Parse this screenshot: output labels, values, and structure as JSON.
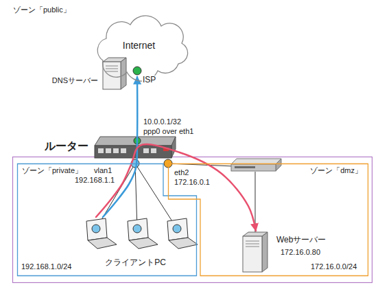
{
  "diagram": {
    "nodes": [
      {
        "text": [
          "Internet"
        ]
      },
      {
        "text": [
          "DNSサーバー"
        ]
      },
      {
        "text": [
          "ルーター"
        ]
      },
      {
        "text": [
          "ゾーン「private」"
        ]
      },
      {
        "text": [
          "クライアントPC"
        ],
        "in": 3
      },
      {
        "text": [
          "ゾーン「dmz」"
        ]
      },
      {
        "text": [
          "Webサーバー",
          "172.16.0.80"
        ],
        "in": 5
      }
    ],
    "edges": [
      {
        "from": 4,
        "to": 0,
        "arrow": "to"
      },
      {
        "from": 4,
        "to": 6,
        "arrow": "to"
      }
    ],
    "labels": [
      "ゾーン「public」",
      "ISP",
      "10.0.0.1/32",
      "ppp0 over eth1",
      "vlan1",
      "192.168.1.1",
      "eth2",
      "172.16.0.1",
      "192.168.1.0/24",
      "172.16.0.0/24"
    ]
  }
}
